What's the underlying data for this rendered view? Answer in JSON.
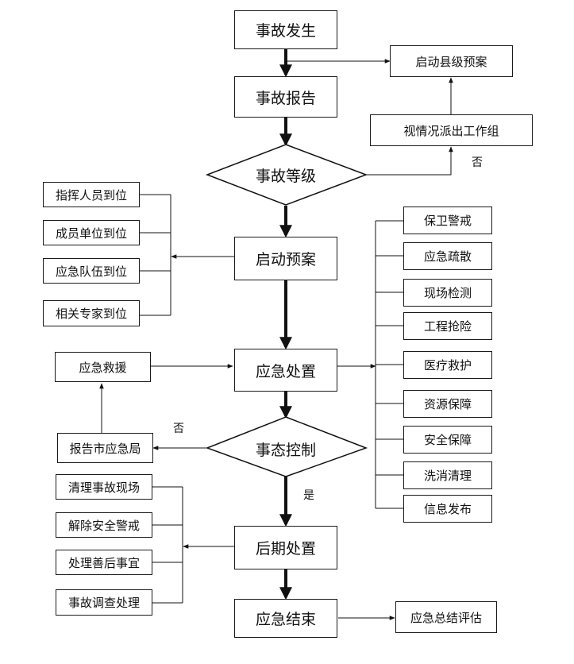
{
  "flow": {
    "main": {
      "occur": "事故发生",
      "report": "事故报告",
      "level": "事故等级",
      "start_plan": "启动预案",
      "handling": "应急处置",
      "state_control": "事态控制",
      "aftermath": "后期处置",
      "end": "应急结束"
    },
    "right_top": {
      "county_plan": "启动县级预案",
      "send_team": "视情况派出工作组"
    },
    "arrival": [
      "指挥人员到位",
      "成员单位到位",
      "应急队伍到位",
      "相关专家到位"
    ],
    "actions": [
      "保卫警戒",
      "应急疏散",
      "现场检测",
      "工程抢险",
      "医疗救护",
      "资源保障",
      "安全保障",
      "洗消清理",
      "信息发布"
    ],
    "left_mid": {
      "rescue": "应急救援",
      "report_city": "报告市应急局"
    },
    "aftermath_items": [
      "清理事故现场",
      "解除安全警戒",
      "处理善后事宜",
      "事故调查处理"
    ],
    "summary": "应急总结评估",
    "labels": {
      "no_level": "否",
      "no_control": "否",
      "yes_control": "是"
    }
  }
}
